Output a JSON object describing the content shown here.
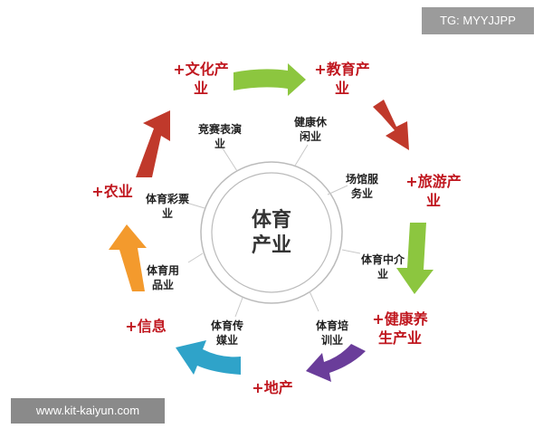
{
  "watermarks": {
    "top_right": "TG: MYYJJPP",
    "bottom_left": "www.kit-kaiyun.com"
  },
  "center": {
    "line1": "体育",
    "line2": "产业"
  },
  "inner_labels": [
    {
      "lines": [
        "竞赛表演",
        "业"
      ]
    },
    {
      "lines": [
        "健康休",
        "闲业"
      ]
    },
    {
      "lines": [
        "场馆服",
        "务业"
      ]
    },
    {
      "lines": [
        "体育中介",
        "业"
      ]
    },
    {
      "lines": [
        "体育培",
        "训业"
      ]
    },
    {
      "lines": [
        "体育传",
        "媒业"
      ]
    },
    {
      "lines": [
        "体育用",
        "品业"
      ]
    },
    {
      "lines": [
        "体育彩票",
        "业"
      ]
    }
  ],
  "outer_labels": [
    {
      "lines": [
        "+文化产",
        "业"
      ]
    },
    {
      "lines": [
        "+教育产",
        "业"
      ]
    },
    {
      "lines": [
        "+旅游产",
        "业"
      ]
    },
    {
      "lines": [
        "+健康养",
        "生产业"
      ]
    },
    {
      "lines": [
        "+地产"
      ]
    },
    {
      "lines": [
        "+信息"
      ]
    },
    {
      "lines": [
        "+农业"
      ]
    }
  ],
  "colors": {
    "outer_text": "#c0171f",
    "inner_text": "#222222",
    "circle": "#bbbbbb",
    "arrow_green": "#8cc63f",
    "arrow_red": "#c0392b",
    "arrow_purple": "#6a3d9a",
    "arrow_teal": "#2fa3c9",
    "arrow_orange": "#f39a2d"
  }
}
